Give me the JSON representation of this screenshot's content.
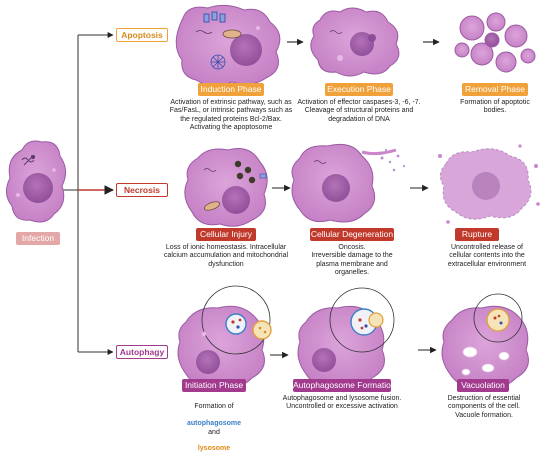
{
  "start": {
    "label": "Infection"
  },
  "categories": {
    "apoptosis": "Apoptosis",
    "necrosis": "Necrosis",
    "autophagy": "Autophagy"
  },
  "apoptosis": {
    "induction": {
      "label": "Induction Phase",
      "desc": "Activation of extrinsic pathway, such as\nFas/FasL, or intrinsic pathways such as\nthe regulated proteins Bcl-2/Bax.\nActivating the apoptosome"
    },
    "execution": {
      "label": "Execution Phase",
      "desc": "Activation of effector caspases-3, -6, -7.\nCleavage of structural proteins and\ndegradation of DNA"
    },
    "removal": {
      "label": "Removal Phase",
      "desc": "Formation of apoptotic\nbodies."
    }
  },
  "necrosis": {
    "injury": {
      "label": "Cellular Injury",
      "desc": "Loss of ionic homeostasis. Intracellular\ncalcium accumulation and mitochondrial\ndysfunction"
    },
    "degeneration": {
      "label": "Cellular Degeneration",
      "desc": "Oncosis.\nIrreversible damage to the\nplasma membrane and\norganelles."
    },
    "rupture": {
      "label": "Rupture",
      "desc": "Uncontrolled release of\ncellular contents into the\nextracellular environment"
    }
  },
  "autophagy": {
    "initiation": {
      "label": "Initiation Phase",
      "desc_prefix": "Formation of",
      "desc_blue": "autophagosome",
      "desc_and": "and",
      "desc_orange": "lysosome"
    },
    "formation": {
      "label": "Autophagosome Formation",
      "desc": "Autophagosome and lysosome fusion.\nUncontrolled or excessive activation"
    },
    "vacuolation": {
      "label": "Vacuolation",
      "desc": "Destruction of essential\ncomponents of the cell.\nVacuole formation."
    }
  },
  "colors": {
    "apoptosis": "#f0a13a",
    "necrosis": "#c0392b",
    "autophagy": "#a23a8e",
    "infection": "#e4a7a7",
    "cell_fill": "#c985c9",
    "cell_stroke": "#9b5aa3",
    "nucleus": "#9f5ba6"
  },
  "icons": [
    "dna-virus-icon",
    "apoptosome-icon",
    "mitochondrion-icon",
    "autophagosome-icon",
    "lysosome-icon",
    "vacuole-icon"
  ]
}
